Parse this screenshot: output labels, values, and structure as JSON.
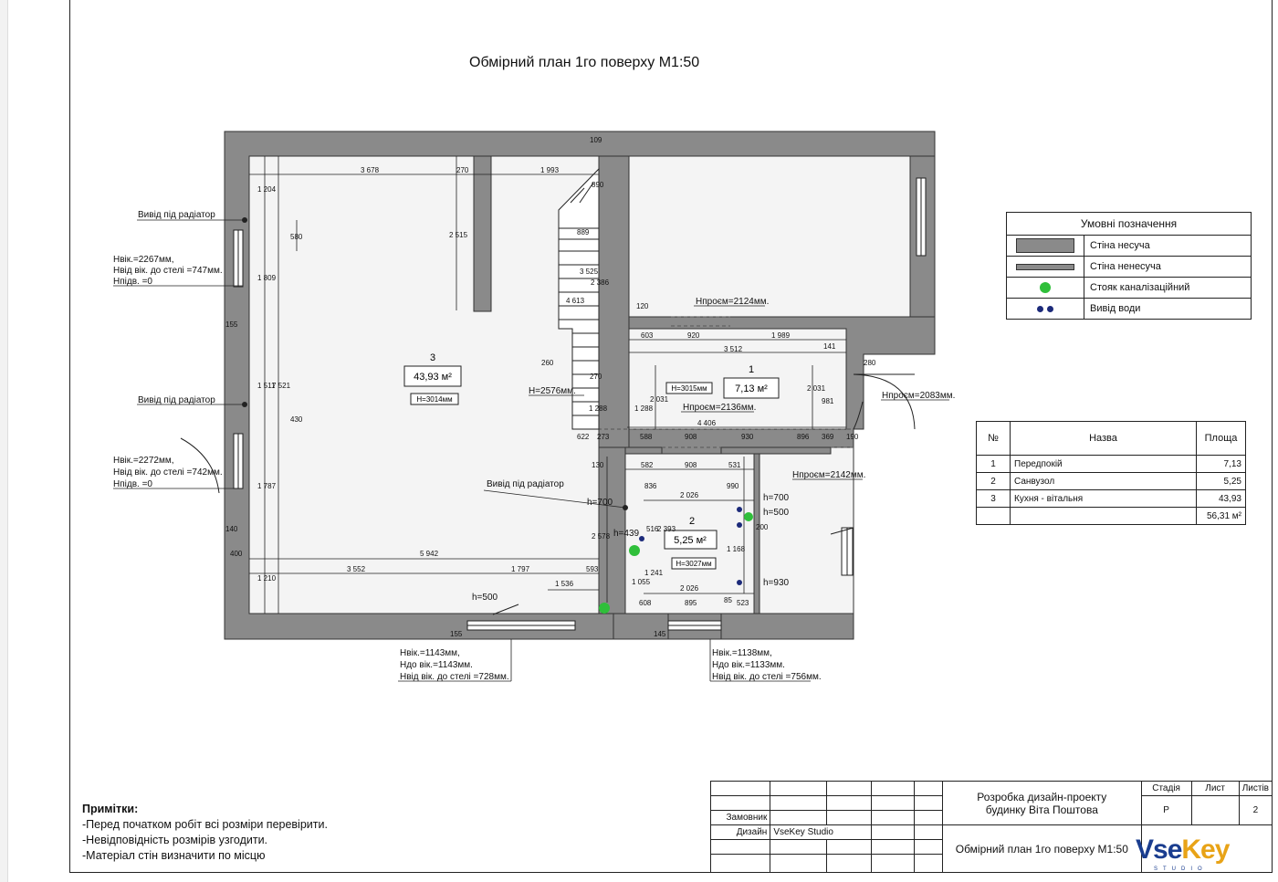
{
  "title": "Обмірний план 1го поверху М1:50",
  "legend": {
    "header": "Умовні позначення",
    "items": [
      {
        "label": "Стіна несуча"
      },
      {
        "label": "Стіна ненесуча"
      },
      {
        "label": "Стояк каналізаційний"
      },
      {
        "label": "Вивід води"
      }
    ]
  },
  "rooms_table": {
    "headers": [
      "№",
      "Назва",
      "Площа"
    ],
    "rows": [
      {
        "n": "1",
        "name": "Передпокій",
        "area": "7,13"
      },
      {
        "n": "2",
        "name": "Санвузол",
        "area": "5,25"
      },
      {
        "n": "3",
        "name": "Кухня - вітальня",
        "area": "43,93"
      }
    ],
    "total": "56,31 м²"
  },
  "rooms": [
    {
      "n": "3",
      "area": "43,93 м²",
      "height": "Н=3014мм"
    },
    {
      "n": "1",
      "area": "7,13 м²",
      "height": "Н=3015мм"
    },
    {
      "n": "2",
      "area": "5,25 м²",
      "height": "Н=3027мм"
    }
  ],
  "dimensions": {
    "top_3678": "3 678",
    "top_270": "270",
    "top_1993": "1 993",
    "top_109": "109",
    "v_1204": "1 204",
    "v_2515": "2 515",
    "v_580": "580",
    "v_1809": "1 809",
    "v_155": "155",
    "v_1511": "1 511",
    "v_7521": "7 521",
    "v_430": "430",
    "v_1787": "1 787",
    "v_140": "140",
    "v_400": "400",
    "v_1210": "1 210",
    "stair_890": "890",
    "stair_889": "889",
    "stair_3525": "3 525",
    "stair_2386": "2 386",
    "stair_4613": "4 613",
    "stair_260": "260",
    "stair_270": "270",
    "stair_1288a": "1 288",
    "stair_1288b": "1 288",
    "stair_2031": "2 031",
    "h_120": "120",
    "h_603": "603",
    "h_920": "920",
    "h_1989": "1 989",
    "h_3512": "3 512",
    "h_141": "141",
    "h_280": "280",
    "h_2031": "2 031",
    "h_981": "981",
    "h_4406": "4 406",
    "h_908": "908",
    "h_930": "930",
    "h_896": "896",
    "h_369": "369",
    "h_190": "190",
    "h_622": "622",
    "h_273": "273",
    "h_588": "588",
    "b_582": "582",
    "b_908": "908",
    "b_531": "531",
    "b_836": "836",
    "b_990": "990",
    "b_2026a": "2 026",
    "b_516": "516",
    "b_2393": "2 393",
    "b_1168": "1 168",
    "b_200": "200",
    "b_1241": "1 241",
    "b_1055": "1 055",
    "b_2026b": "2 026",
    "b_608": "608",
    "b_895": "895",
    "b_523": "523",
    "b_85": "85",
    "b_145": "145",
    "b_130": "130",
    "b_2578": "2 578",
    "bot_5942": "5 942",
    "bot_3552": "3 552",
    "bot_1797": "1 797",
    "bot_593": "593",
    "bot_1536": "1 536",
    "bot_155": "155"
  },
  "labels": {
    "radiator1": "Вивід під радіатор",
    "radiator2": "Вивід під радіатор",
    "radiator3": "Вивід під радіатор",
    "win1_a": "Нвік.=2267мм,",
    "win1_b": "Нвід вік. до стелі =747мм.",
    "win1_c": "Нпідв. =0",
    "win2_a": "Нвік.=2272мм,",
    "win2_b": "Нвід вік. до стелі =742мм.",
    "win2_c": "Нпідв. =0",
    "win3_a": "Нвік.=1143мм,",
    "win3_b": "Ндо вік.=1143мм.",
    "win3_c": "Нвід вік. до стелі =728мм.",
    "win4_a": "Нвік.=1138мм,",
    "win4_b": "Ндо вік.=1133мм.",
    "win4_c": "Нвід вік. до стелі =756мм.",
    "h2124": "Нпроєм=2124мм.",
    "h2576": "Н=2576мм.",
    "h2136": "Нпроєм=2136мм.",
    "h2083": "Нпроєм=2083мм.",
    "h2142": "Нпроєм=2142мм.",
    "h700a": "h=700",
    "h700b": "h=700",
    "h500a": "h=500",
    "h439": "h=439",
    "h930": "h=930",
    "h500b": "h=500"
  },
  "notes": {
    "title": "Примітки:",
    "lines": [
      "-Перед початком робіт всі розміри перевірити.",
      "-Невідповідність розмірів узгодити.",
      "-Матеріал стін визначити по місцю"
    ]
  },
  "stamp": {
    "customer_label": "Замовник",
    "design_label": "Дизайн",
    "design_value": "VseKey Studio",
    "project_line1": "Розробка дизайн-проекту",
    "project_line2": "будинку Віта Поштова",
    "sheet_title": "Обмірний план 1го поверху М1:50",
    "stage_label": "Стадія",
    "sheet_label": "Лист",
    "sheets_label": "Листів",
    "stage_value": "Р",
    "sheet_value": "",
    "sheets_value": "2"
  },
  "logo": {
    "text_a": "Vse",
    "text_k": "Key",
    "sub": "STUDIO"
  },
  "colors": {
    "wall": "#8a8a8a",
    "wall_border": "#333333",
    "floor": "#f4f4f4",
    "riser": "#2fbf3a",
    "water": "#1c2a7a",
    "logo": "#1a3d8f"
  }
}
